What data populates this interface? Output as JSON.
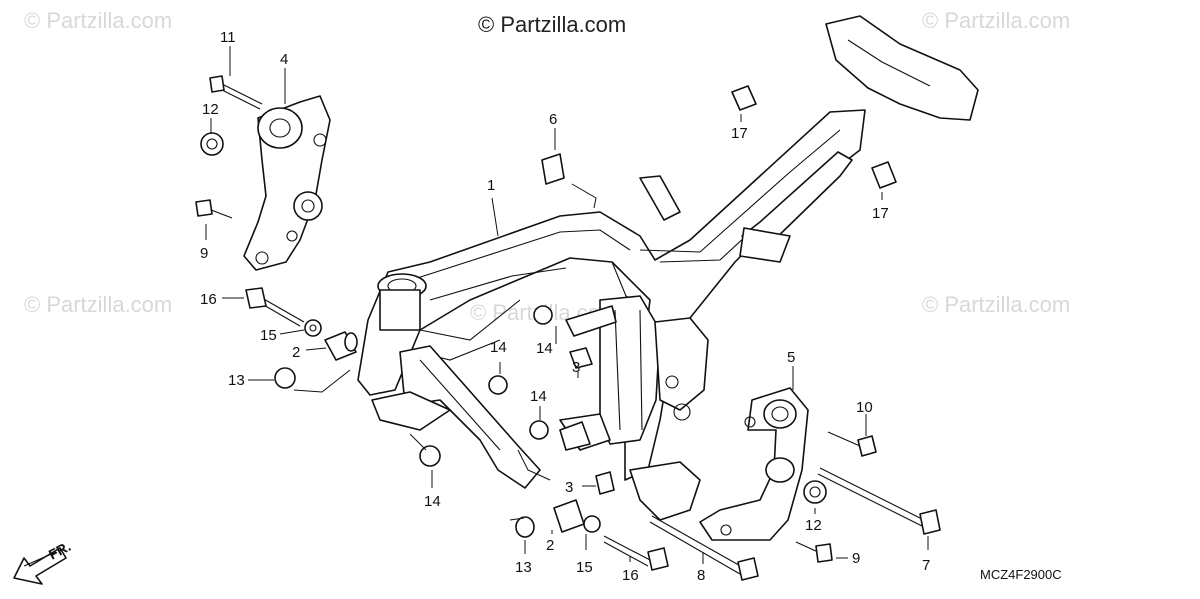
{
  "watermarks": {
    "top_left": "© Partzilla.com",
    "top_right": "© Partzilla.com",
    "mid_left": "© Partzilla.com",
    "mid_center": "© Partzilla.com",
    "mid_right": "© Partzilla.com"
  },
  "copyright": "© Partzilla.com",
  "diagram_code": "MCZ4F2900C",
  "front_indicator": "FR.",
  "callouts": {
    "c1": "1",
    "c2a": "2",
    "c2b": "2",
    "c3a": "3",
    "c3b": "3",
    "c4": "4",
    "c5": "5",
    "c6": "6",
    "c7": "7",
    "c8": "8",
    "c9a": "9",
    "c9b": "9",
    "c10": "10",
    "c11": "11",
    "c12a": "12",
    "c12b": "12",
    "c13a": "13",
    "c13b": "13",
    "c14a": "14",
    "c14b": "14",
    "c14c": "14",
    "c14d": "14",
    "c15a": "15",
    "c15b": "15",
    "c16a": "16",
    "c16b": "16",
    "c17a": "17",
    "c17b": "17"
  }
}
